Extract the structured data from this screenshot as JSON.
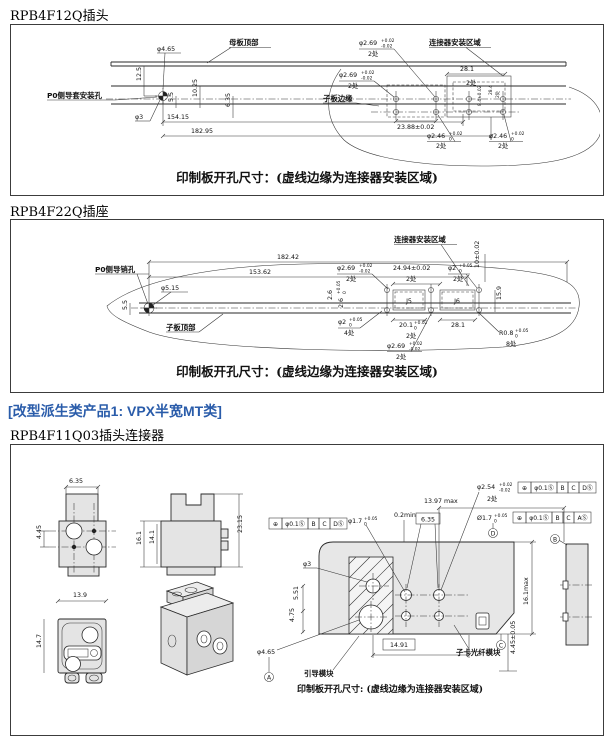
{
  "c": {
    "blue": "#2a5caa",
    "line": "#1c1c1c",
    "fill": "#e4e4e4"
  },
  "s1": {
    "title": "RPB4F12Q插头",
    "cap": "印制板开孔尺寸：(虚线边缘为连接器安装区域)",
    "muban": "母板顶部",
    "p0": "P0侧导套安装孔",
    "ziban": "子板边缘",
    "area": "连接器安装区域",
    "d465": "φ4.65",
    "d125": "12.5",
    "d3": "φ3",
    "d55": "5.5",
    "d1025": "10.25",
    "d635": "6.35",
    "d15415": "154.15",
    "d18295": "182.95",
    "d269": "φ2.69",
    "up02": "+0.02",
    "dn02": "-0.02",
    "d281": "28.1",
    "d2388": "23.88±0.02",
    "d84": "8.4±0.02",
    "d284": "28.4",
    "d246": "φ2.46",
    "dn0": "0",
    "q2": "2处"
  },
  "s2": {
    "title": "RPB4F22Q插座",
    "cap": "印制板开孔尺寸：(虚线边缘为连接器安装区域)",
    "p0": "P0侧导销孔",
    "ziban": "子板顶部",
    "area": "连接器安装区域",
    "d18242": "182.42",
    "d15362": "153.62",
    "d515": "φ5.15",
    "d55": "5.5",
    "d269": "φ2.69",
    "up02": "+0.02",
    "dn02": "-0.02",
    "up05": "+0.05",
    "dn0": "0",
    "d2494": "24.94±0.02",
    "d2": "φ2",
    "d10": "10±0.02",
    "d26": "2.6",
    "j5": "J5",
    "j6": "J6",
    "d201": "20.1",
    "d281": "28.1",
    "r08": "R0.8",
    "d159": "15.9",
    "q2": "2处",
    "q4": "4处",
    "q8": "8处"
  },
  "s3": {
    "heading": "[改型派生类产品1: VPX半宽MT类]",
    "title": "RPB4F11Q03插头连接器",
    "cap": "印制板开孔尺寸: (虚线边缘为连接器安装区域)",
    "guide": "引导模块",
    "fiber": "子卡光纤模块",
    "da": "A",
    "db": "B",
    "dc": "C",
    "dd": "D",
    "pos": "⊕",
    "tol01": "φ0.1Ⓢ",
    "fb": "B",
    "fc": "C",
    "fds": "DⓈ",
    "fas": "AⓈ",
    "d635": "6.35",
    "d445": "4.45",
    "d161": "16.1",
    "d141": "14.1",
    "d2315": "23.15",
    "d139": "13.9",
    "d147": "14.7",
    "d17": "φ1.7",
    "d17b": "Ø1.7",
    "up05": "+0.05",
    "dn0": "0",
    "d1397": "13.97 max",
    "d02": "0.2min",
    "d254": "φ2.54",
    "up02": "+0.02",
    "dn02": "-0.02",
    "q2": "2处",
    "d3": "φ3",
    "d551": "5.51",
    "d475": "4.75",
    "d465": "φ4.65",
    "d1491": "14.91",
    "d161m": "16.1max",
    "d445t": "4.45±0.05"
  }
}
